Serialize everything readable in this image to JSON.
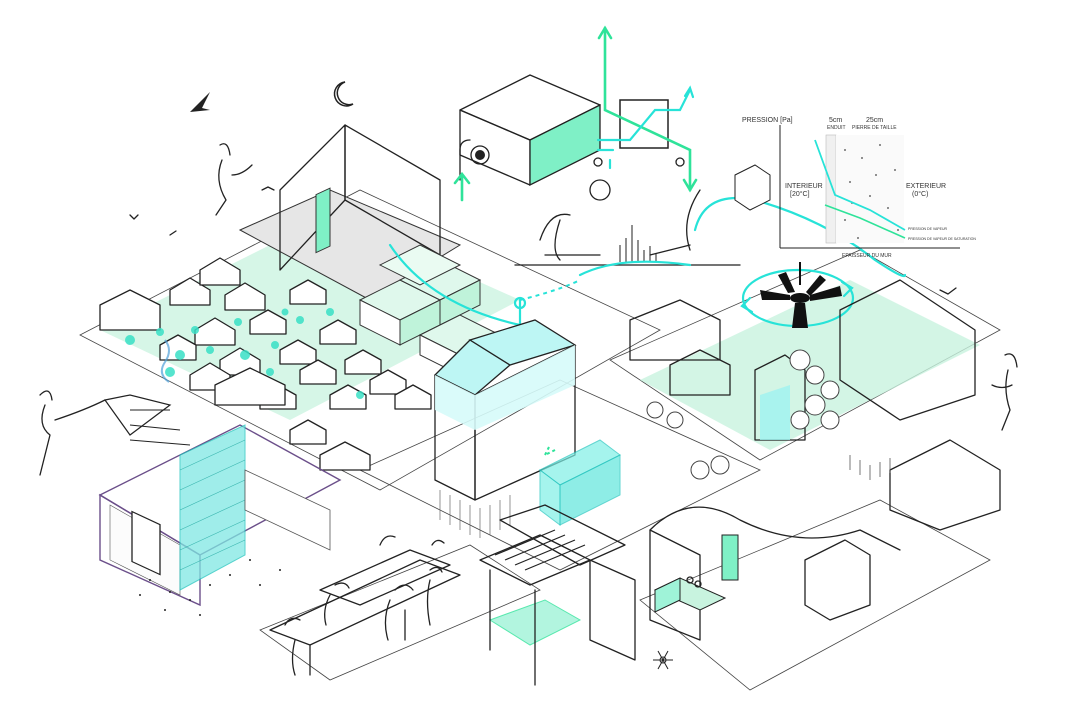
{
  "pressure_chart": {
    "y_axis_label": "PRESSION [Pa]",
    "x_axis_label": "EPAISSEUR DU MUR",
    "layer_1": {
      "thickness": "5cm",
      "material": "ENDUIT"
    },
    "layer_2": {
      "thickness": "25cm",
      "material": "PIERRE DE TAILLE"
    },
    "interior": {
      "label": "INTERIEUR",
      "temperature": "[20°C]"
    },
    "exterior": {
      "label": "EXTERIEUR",
      "temperature": "(0°C)"
    },
    "legend_1": "PRESSION DE VAPEUR",
    "legend_2": "PRESSION DE VAPEUR DE SATURATION"
  },
  "colors": {
    "mint": "#c8f3df",
    "mint_strong": "#7ff0c6",
    "cyan": "#27e3d8",
    "green_arrow": "#2fe39a",
    "ink": "#222222",
    "purple": "#6b4f8a"
  },
  "icons": [
    "moon-icon",
    "bird-icon",
    "ceiling-fan-icon",
    "snowflake-icon",
    "sun-rays-icon",
    "airflow-arrow-icon"
  ]
}
